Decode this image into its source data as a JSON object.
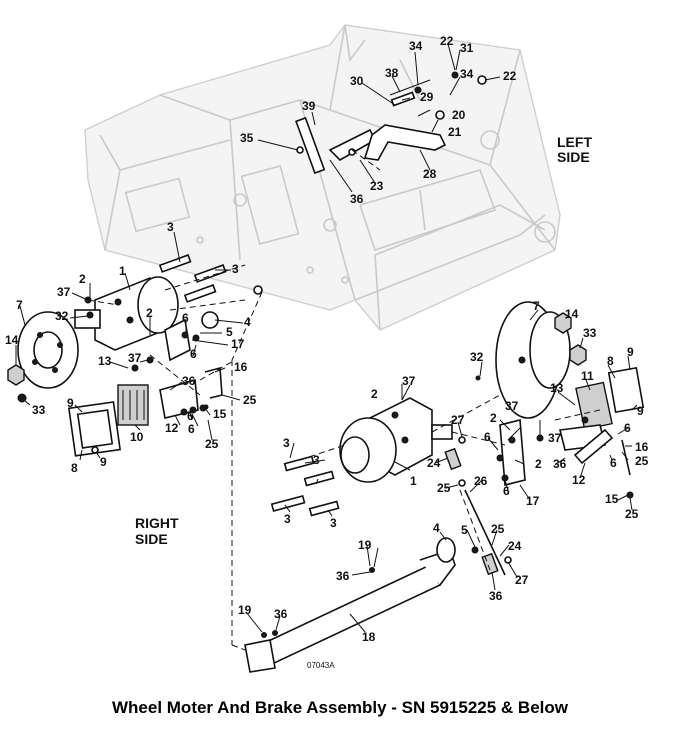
{
  "caption": "Wheel Moter And Brake Assembly - SN 5915225 & Below",
  "side_labels": {
    "left_line1": "LEFT",
    "left_line2": "SIDE",
    "right_line1": "RIGHT",
    "right_line2": "SIDE"
  },
  "drawing_code": "07043A",
  "callouts": {
    "c34a": "34",
    "c22a": "22",
    "c31": "31",
    "c38": "38",
    "c34b": "34",
    "c22b": "22",
    "c30": "30",
    "c29": "29",
    "c20": "20",
    "c39": "39",
    "c21": "21",
    "c35": "35",
    "c28": "28",
    "c23": "23",
    "c36a": "36",
    "r3a": "3",
    "r3b": "3",
    "r1": "1",
    "r2a": "2",
    "r37a": "37",
    "r7": "7",
    "r32": "32",
    "r2b": "2",
    "r4": "4",
    "r6a": "6",
    "r5": "5",
    "r14": "14",
    "r17": "17",
    "r6b": "6",
    "r13": "13",
    "r37b": "37",
    "r16": "16",
    "r36": "36",
    "r33": "33",
    "r9a": "9",
    "r25a": "25",
    "r6c": "6",
    "r15": "15",
    "r12": "12",
    "r10": "10",
    "r6d": "6",
    "r25b": "25",
    "r8": "8",
    "r9b": "9",
    "l7": "7",
    "l14": "14",
    "l33": "33",
    "l32": "32",
    "l8": "8",
    "l9a": "9",
    "l13": "13",
    "l11": "11",
    "l2a": "2",
    "l37a": "37",
    "l9b": "9",
    "l27a": "27",
    "l2b": "2",
    "l37b": "37",
    "l6a": "6",
    "l6b": "6",
    "l16": "16",
    "l3a": "3",
    "l24a": "24",
    "l36a": "36",
    "l25a": "25",
    "l3b": "3",
    "l1": "1",
    "l2c": "2",
    "l12": "12",
    "l6c": "6",
    "l25b": "25",
    "l26": "26",
    "l17": "17",
    "l15": "15",
    "l25c": "25",
    "l3c": "3",
    "l3d": "3",
    "l4": "4",
    "l5": "5",
    "l25d": "25",
    "l24b": "24",
    "l19a": "19",
    "l27b": "27",
    "l36b": "36",
    "l36c": "36",
    "l18": "18",
    "l19b": "19",
    "l36d": "36"
  }
}
